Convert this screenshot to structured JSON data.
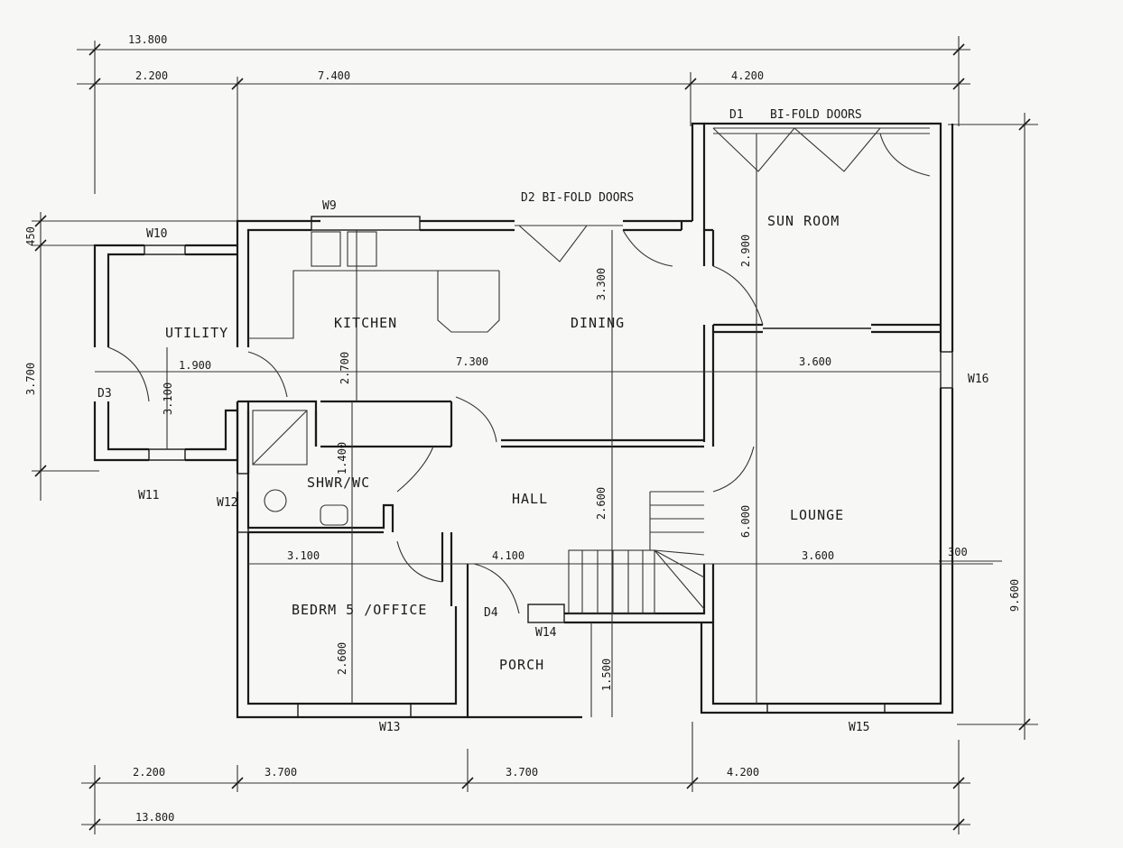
{
  "rooms": {
    "sun_room": "SUN ROOM",
    "kitchen": "KITCHEN",
    "dining": "DINING",
    "utility": "UTILITY",
    "shower_wc": "SHWR/WC",
    "hall": "HALL",
    "lounge": "LOUNGE",
    "bedroom5_office": "BEDRM 5 /OFFICE",
    "porch": "PORCH"
  },
  "openings": {
    "d1": "D1",
    "d1_bifold": "BI-FOLD DOORS",
    "d2_bifold": "D2 BI-FOLD DOORS",
    "d3": "D3",
    "d4": "D4",
    "w9": "W9",
    "w10": "W10",
    "w11": "W11",
    "w12": "W12",
    "w13": "W13",
    "w14": "W14",
    "w15": "W15",
    "w16": "W16"
  },
  "top_dimensions": {
    "overall": "13.800",
    "seg1": "2.200",
    "seg2": "7.400",
    "seg3": "4.200"
  },
  "bottom_dimensions": {
    "seg1": "2.200",
    "seg2": "3.700",
    "seg3": "3.700",
    "seg4": "4.200",
    "overall": "13.800"
  },
  "side_dimensions": {
    "left_upper": "450",
    "left_main": "3.700",
    "right_overall": "9.600"
  },
  "internal_dimensions": {
    "utility_width": "1.900",
    "utility_depth": "3.100",
    "kitchen_depth": "2.700",
    "kitchen_dining_width": "7.300",
    "dining_depth": "3.300",
    "sun_room_depth": "2.900",
    "lounge_width_top": "3.600",
    "lounge_depth": "6.000",
    "lounge_width_mid": "3.600",
    "hall_depth": "2.600",
    "hall_width": "4.100",
    "shower_depth": "1.400",
    "bedroom_width": "3.100",
    "bedroom_depth": "2.600",
    "porch_depth": "1.500",
    "wall_300": "300"
  }
}
